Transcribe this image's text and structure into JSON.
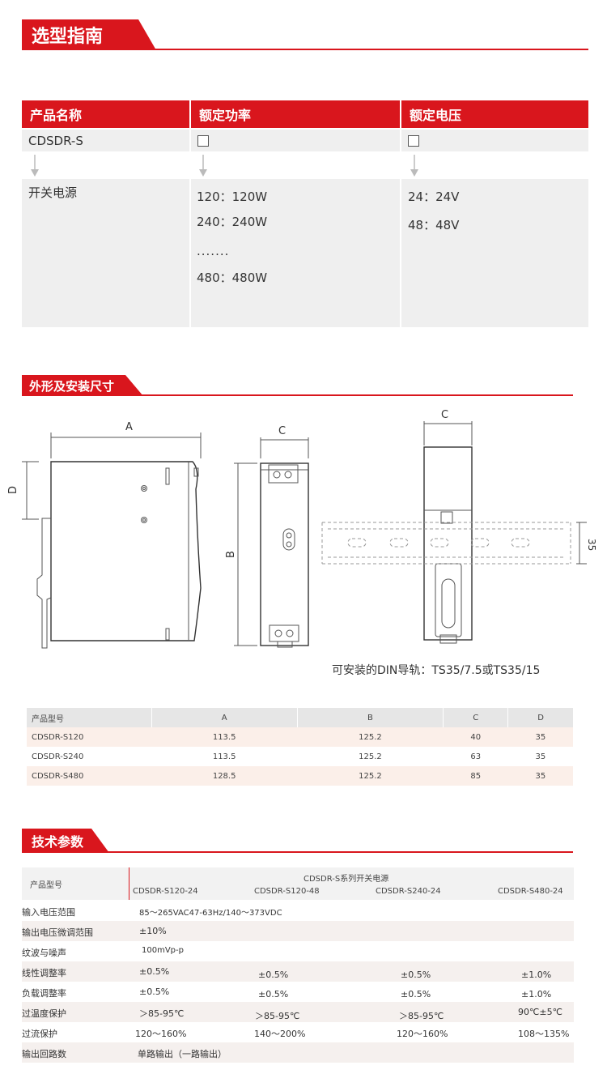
{
  "section1": {
    "title": "选型指南"
  },
  "guide": {
    "headers": [
      "产品名称",
      "额定功率",
      "额定电压"
    ],
    "model": "CDSDR-S",
    "product_type": "开关电源",
    "power_options": [
      "120：120W",
      "240：240W",
      ".......",
      "480：480W"
    ],
    "voltage_options": [
      "24：24V",
      "48：48V"
    ]
  },
  "section2": {
    "title": "外形及安装尺寸"
  },
  "drawing": {
    "label_a": "A",
    "label_b": "B",
    "label_c": "C",
    "label_c2": "C",
    "label_d": "D",
    "label_35": "35",
    "caption": "可安装的DIN导轨：TS35/7.5或TS35/15"
  },
  "dimensions": {
    "headers": [
      "产品型号",
      "A",
      "B",
      "C",
      "D"
    ],
    "rows": [
      [
        "CDSDR-S120",
        "113.5",
        "125.2",
        "40",
        "35"
      ],
      [
        "CDSDR-S240",
        "113.5",
        "125.2",
        "63",
        "35"
      ],
      [
        "CDSDR-S480",
        "128.5",
        "125.2",
        "85",
        "35"
      ]
    ]
  },
  "section3": {
    "title": "技术参数"
  },
  "tech": {
    "label_col": "产品型号",
    "series": "CDSDR-S系列开关电源",
    "models": [
      "CDSDR-S120-24",
      "CDSDR-S120-48",
      "CDSDR-S240-24",
      "CDSDR-S480-24"
    ],
    "rows": [
      {
        "label": "输入电压范围",
        "v1": "85～265VAC47-63Hz/140～373VDC"
      },
      {
        "label": "输出电压微调范围",
        "v1": "±10%"
      },
      {
        "label": "纹波与噪声",
        "v1": "100mVp-p"
      },
      {
        "label": "线性调整率",
        "v1": "±0.5%",
        "v2": "±0.5%",
        "v3": "±0.5%",
        "v4": "±1.0%"
      },
      {
        "label": "负载调整率",
        "v1": "±0.5%",
        "v2": "±0.5%",
        "v3": "±0.5%",
        "v4": "±1.0%"
      },
      {
        "label": "过温度保护",
        "v1": "＞85-95℃",
        "v2": "＞85-95℃",
        "v3": "＞85-95℃",
        "v4": "90℃±5℃"
      },
      {
        "label": "过流保护",
        "v1": "120～160%",
        "v2": "140～200%",
        "v3": "120～160%",
        "v4": "108～135%"
      },
      {
        "label": "输出回路数",
        "v1": "单路输出（一路输出）"
      }
    ]
  }
}
